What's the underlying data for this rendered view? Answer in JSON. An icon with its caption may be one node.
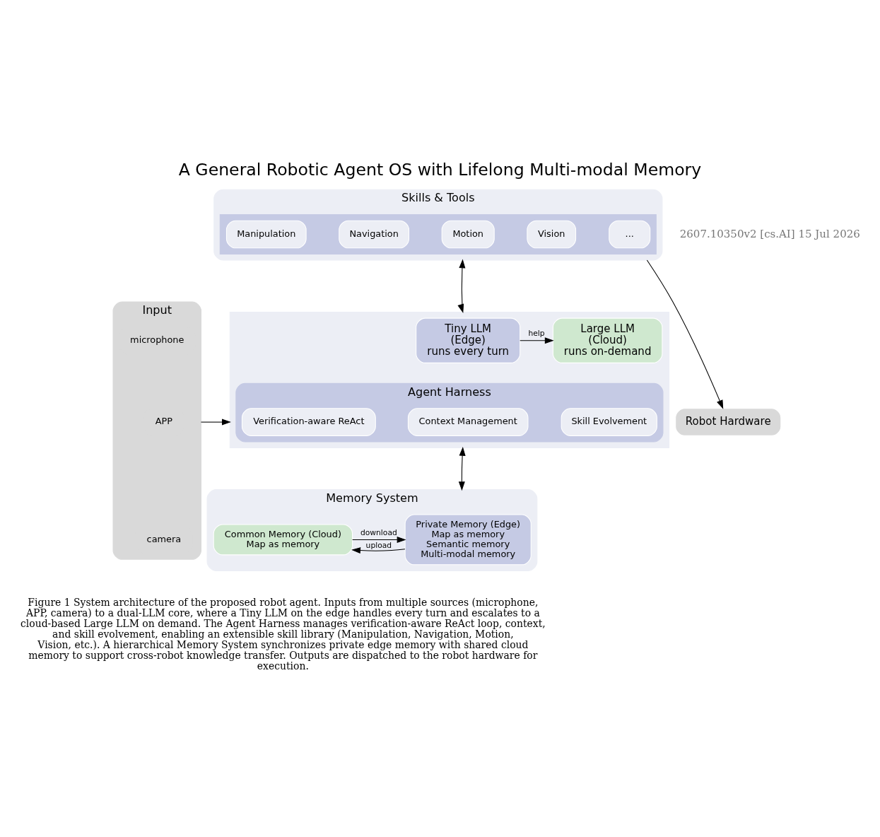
{
  "diagram": {
    "title": "A General Robotic Agent OS with Lifelong Multi-modal Memory",
    "caption": "Figure 1 System architecture of the proposed robot agent. Inputs from multiple sources (microphone, APP, camera) to a dual-LLM core, where a Tiny LLM on the edge handles every turn and escalates to a cloud-based Large LLM on demand. The Agent Harness manages verification-aware ReAct loop, context, and skill evolvement, enabling an extensible skill library (Manipulation, Navigation, Motion, Vision, etc.). A hierarchical Memory System synchronizes private edge memory with shared cloud memory to support cross-robot knowledge transfer. Outputs are dispatched to the robot hardware for execution.",
    "nodes": [
      {
        "text": [
          "Input"
        ]
      },
      {
        "text": [
          "microphone"
        ],
        "in": 0
      },
      {
        "text": [
          "APP"
        ],
        "in": 0
      },
      {
        "text": [
          "camera"
        ],
        "in": 0
      },
      {
        "text": [
          "Skills & Tools"
        ]
      },
      {
        "text": [],
        "shape": "box",
        "in": 4
      },
      {
        "text": [
          "Manipulation"
        ],
        "in": 5
      },
      {
        "text": [
          "Navigation"
        ],
        "in": 5
      },
      {
        "text": [
          "Motion"
        ],
        "in": 5
      },
      {
        "text": [
          "Vision"
        ],
        "in": 5
      },
      {
        "text": [
          "..."
        ],
        "in": 5
      },
      {
        "text": [],
        "shape": "box"
      },
      {
        "text": [
          "Tiny LLM",
          "(Edge)",
          "runs every turn"
        ],
        "in": 11
      },
      {
        "text": [
          "Large LLM",
          "(Cloud)",
          "runs on-demand"
        ],
        "in": 11
      },
      {
        "text": [
          "Agent Harness"
        ],
        "in": 11
      },
      {
        "text": [
          "Verification-aware ReAct"
        ],
        "in": 14
      },
      {
        "text": [
          "Context Management"
        ],
        "in": 14
      },
      {
        "text": [
          "Skill Evolvement"
        ],
        "in": 14
      },
      {
        "text": [
          "Memory System"
        ]
      },
      {
        "text": [
          "Private Memory (Edge)",
          "Map as memory",
          "Semantic memory",
          "Multi-modal memory"
        ],
        "in": 18
      },
      {
        "text": [
          "Common Memory (Cloud)",
          "Map as memory"
        ],
        "in": 18
      },
      {
        "text": [
          "Robot Hardware"
        ]
      }
    ],
    "edges": [
      {
        "from": 0,
        "to": 11,
        "arrow": "to"
      },
      {
        "from": 4,
        "to": 21,
        "arrow": "to"
      },
      {
        "from": 4,
        "to": 11,
        "arrow": "both"
      },
      {
        "from": 11,
        "to": 18,
        "arrow": "both"
      },
      {
        "from": 12,
        "to": 13,
        "label": "help",
        "arrow": "to"
      },
      {
        "from": 19,
        "to": 20,
        "label": "upload",
        "arrow": "to"
      },
      {
        "from": 20,
        "to": 19,
        "label": "download",
        "arrow": "to"
      }
    ],
    "labels": [
      "2607.10350v2 [cs.AI] 15 Jul 2026"
    ]
  }
}
